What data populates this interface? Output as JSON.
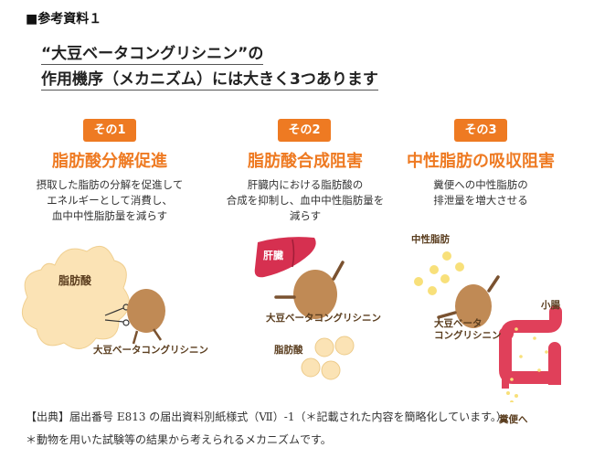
{
  "ref_title": "■参考資料１",
  "heading": {
    "line1": "“大豆ベータコングリシニン”の",
    "line2": "作用機序（メカニズム）には大きく3つあります"
  },
  "mechanisms": [
    {
      "badge": "その1",
      "title": "脂肪酸分解促進",
      "desc": [
        "摂取した脂肪の分解を促進して",
        "エネルギーとして消費し、",
        "血中中性脂肪量を減らす"
      ]
    },
    {
      "badge": "その2",
      "title": "脂肪酸合成阻害",
      "desc": [
        "肝臓内における脂肪酸の",
        "合成を抑制し、血中中性脂肪量を",
        "減らす"
      ]
    },
    {
      "badge": "その3",
      "title": "中性脂肪の吸収阻害",
      "desc": [
        "糞便への中性脂肪の",
        "排泄量を増大させる"
      ]
    }
  ],
  "illustration": {
    "fatty_acid": "脂肪酸",
    "soy": "大豆ベータコングリシニン",
    "soy_line1": "大豆ベータ",
    "soy_line2": "コングリシニン",
    "liver": "肝臓",
    "neutral_fat": "中性脂肪",
    "small_intestine": "小腸",
    "to_feces": "糞便へ"
  },
  "colors": {
    "accent": "#ee7a22",
    "bean": "#c08a55",
    "liver": "#d63050",
    "fat": "#f8e07a",
    "cloud": "#fbe3b5"
  },
  "footer": {
    "source": "【出典】届出番号 E813 の届出資料別紙様式（Ⅶ）-1（＊記載された内容を簡略化しています。）",
    "note": "＊動物を用いた試験等の結果から考えられるメカニズムです。"
  }
}
